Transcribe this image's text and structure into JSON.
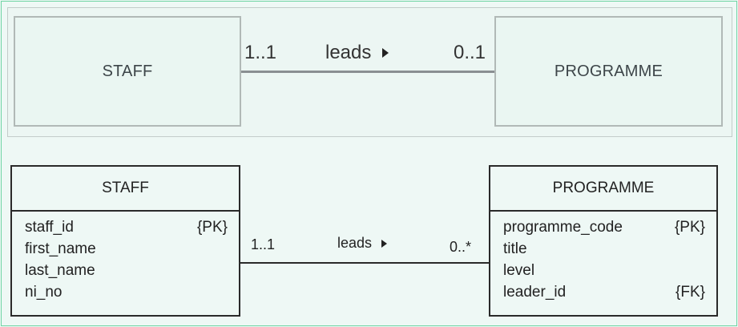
{
  "simple_diagram": {
    "left_entity": "STAFF",
    "right_entity": "PROGRAMME",
    "left_multiplicity": "1..1",
    "right_multiplicity": "0..1",
    "association": "leads"
  },
  "uml_diagram": {
    "left_entity": {
      "name": "STAFF",
      "attributes": [
        {
          "name": "staff_id",
          "key": "{PK}"
        },
        {
          "name": "first_name",
          "key": ""
        },
        {
          "name": "last_name",
          "key": ""
        },
        {
          "name": "ni_no",
          "key": ""
        }
      ]
    },
    "right_entity": {
      "name": "PROGRAMME",
      "attributes": [
        {
          "name": "programme_code",
          "key": "{PK}"
        },
        {
          "name": "title",
          "key": ""
        },
        {
          "name": "level",
          "key": ""
        },
        {
          "name": "leader_id",
          "key": "{FK}"
        }
      ]
    },
    "left_multiplicity": "1..1",
    "right_multiplicity": "0..*",
    "association": "leads"
  },
  "colors": {
    "background": "#eef8f5",
    "frame_border": "#6fd4a4",
    "simple_box_border": "#b1b9b7",
    "uml_border": "#2a2a2a"
  },
  "icons": {
    "direction_arrow": "triangle-right-icon"
  }
}
